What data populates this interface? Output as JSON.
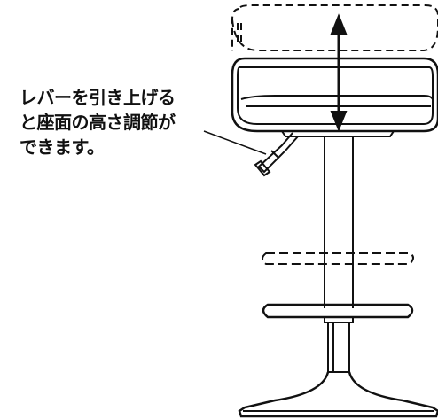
{
  "caption": {
    "lines": [
      "レバーを引き上げる",
      "と座面の高さ調節が",
      "できます。"
    ]
  }
}
